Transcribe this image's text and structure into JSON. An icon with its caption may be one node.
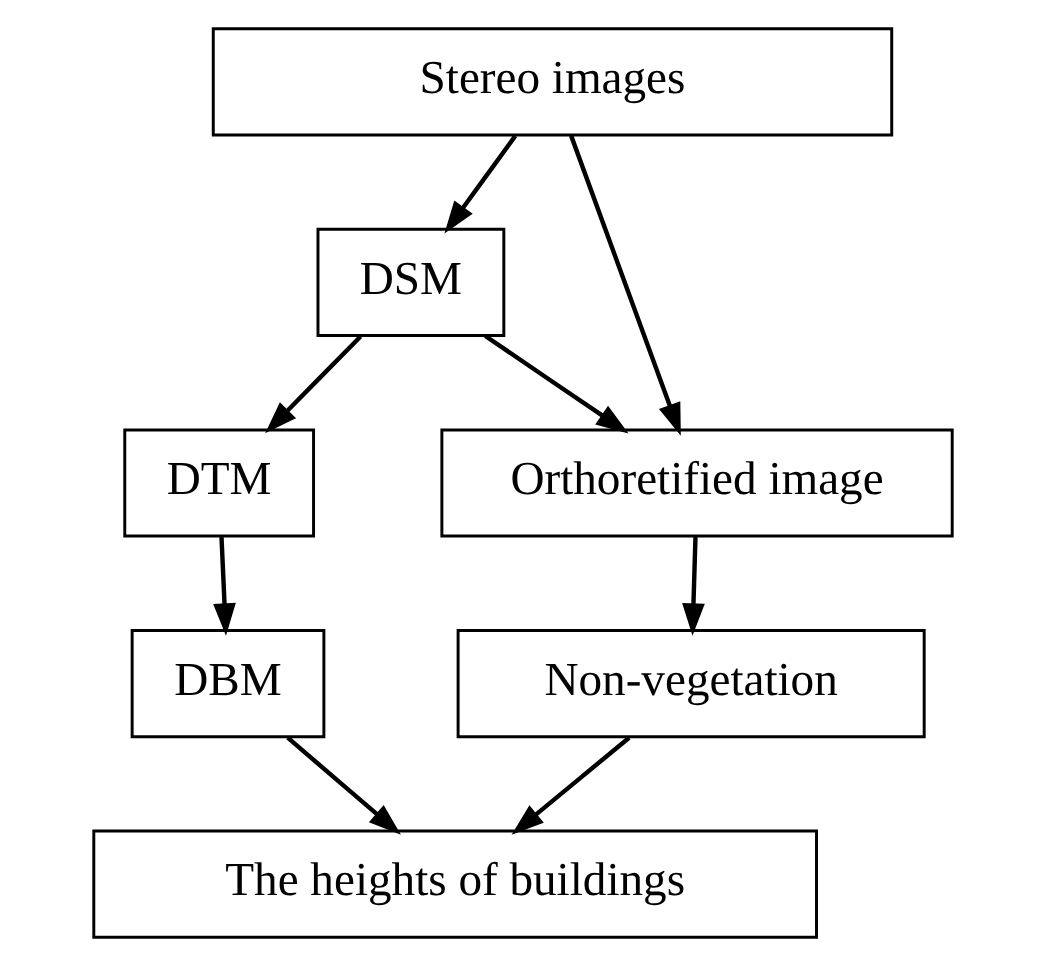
{
  "diagram": {
    "nodes": [
      {
        "text": [
          "Stereo images"
        ]
      },
      {
        "text": [
          "DSM"
        ]
      },
      {
        "text": [
          "DTM"
        ]
      },
      {
        "text": [
          "DBM"
        ]
      },
      {
        "text": [
          "Orthoretified image"
        ]
      },
      {
        "text": [
          "Non-vegetation"
        ]
      },
      {
        "text": [
          "The heights of buildings"
        ]
      }
    ],
    "edges": [
      {
        "from": 0,
        "to": 1,
        "arrow": "to"
      },
      {
        "from": 0,
        "to": 4,
        "arrow": "to"
      },
      {
        "from": 1,
        "to": 2,
        "arrow": "to"
      },
      {
        "from": 1,
        "to": 4,
        "arrow": "to"
      },
      {
        "from": 2,
        "to": 3,
        "arrow": "to"
      },
      {
        "from": 3,
        "to": 6,
        "arrow": "to"
      },
      {
        "from": 4,
        "to": 5,
        "arrow": "to"
      },
      {
        "from": 5,
        "to": 6,
        "arrow": "to"
      }
    ]
  }
}
